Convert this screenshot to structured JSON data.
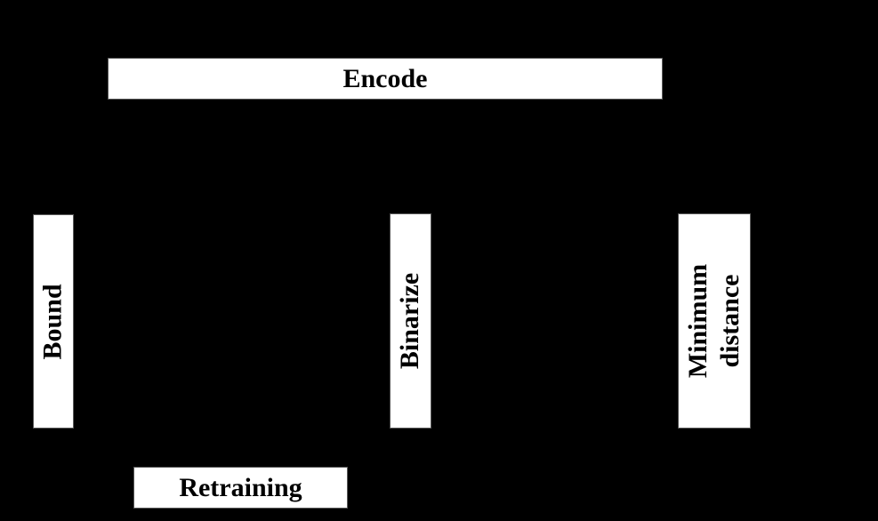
{
  "diagram": {
    "background_color": "#000000",
    "box_fill_color": "#ffffff",
    "text_color": "#000000",
    "boxes": {
      "encode": {
        "label": "Encode",
        "orientation": "horizontal"
      },
      "bound": {
        "label": "Bound",
        "orientation": "vertical"
      },
      "binarize": {
        "label": "Binarize",
        "orientation": "vertical"
      },
      "minimum_distance": {
        "line1": "Minimum",
        "line2": "distance",
        "orientation": "vertical"
      },
      "retraining": {
        "label": "Retraining",
        "orientation": "horizontal"
      }
    }
  }
}
